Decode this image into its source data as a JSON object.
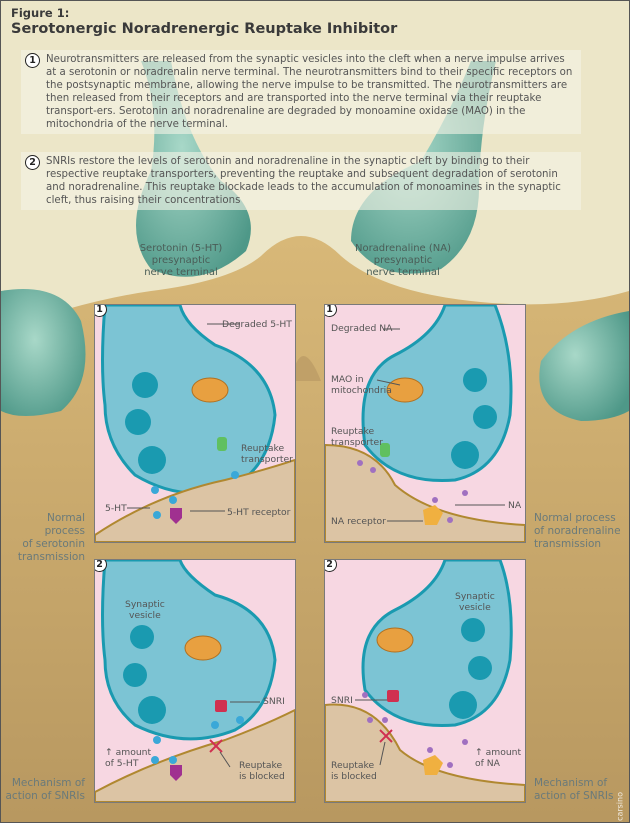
{
  "figure": {
    "label": "Figure 1:",
    "title": "Serotonergic Noradrenergic Reuptake Inhibitor"
  },
  "paragraphs": [
    {
      "number": "1",
      "text": "Neurotransmitters are released from the synaptic vesicles into the cleft when a nerve impulse arrives at a serotonin or noradrenalin nerve terminal. The neurotransmitters bind to their specific receptors on the postsynaptic membrane, allowing the nerve impulse to be transmitted. The neurotransmitters are then released from their receptors and are transported into the nerve terminal via their reuptake transport-ers. Serotonin and noradrenaline are degraded by monoamine oxidase (MAO) in the mitochondria of the nerve terminal."
    },
    {
      "number": "2",
      "text": "SNRIs restore the levels of serotonin and noradrenaline in the synaptic cleft by binding to their respective reuptake transporters, preventing the reuptake and subsequent degradation of serotonin and noradrenaline. This reuptake blockade leads to the accumulation of monoamines in the synaptic cleft, thus raising their concentrations"
    }
  ],
  "terminals": {
    "left": [
      "Serotonin (5-HT)",
      "presynaptic",
      "nerve terminal"
    ],
    "right": [
      "Noradrenaline (NA)",
      "presynaptic",
      "nerve terminal"
    ]
  },
  "side_labels": {
    "normal_serotonin": [
      "Normal process",
      "of serotonin",
      "transmission"
    ],
    "normal_noradrenaline": [
      "Normal process",
      "of noradrenaline",
      "transmission"
    ],
    "mechanism_left": [
      "Mechanism of",
      "action of SNRIs"
    ],
    "mechanism_right": [
      "Mechanism of",
      "action of SNRIs"
    ]
  },
  "panels": {
    "top_left": {
      "number": "1",
      "labels": {
        "degraded": "Degraded 5-HT",
        "reuptake": [
          "Reuptake",
          "transporter"
        ],
        "neurotransmitter": "5-HT",
        "receptor": "5-HT receptor"
      }
    },
    "top_right": {
      "number": "1",
      "labels": {
        "degraded": "Degraded NA",
        "mao": [
          "MAO in",
          "mitochondria"
        ],
        "reuptake": [
          "Reuptake",
          "transporter"
        ],
        "neurotransmitter": "NA",
        "receptor": "NA receptor"
      }
    },
    "bottom_left": {
      "number": "2",
      "labels": {
        "vesicle": [
          "Synaptic",
          "vesicle"
        ],
        "snri": "SNRI",
        "amount": [
          "↑ amount",
          "of 5-HT"
        ],
        "blocked": [
          "Reuptake",
          "is blocked"
        ]
      }
    },
    "bottom_right": {
      "number": "2",
      "labels": {
        "vesicle": [
          "Synaptic",
          "vesicle"
        ],
        "snri": "SNRI",
        "amount": [
          "↑ amount",
          "of NA"
        ],
        "blocked": [
          "Reuptake",
          "is blocked"
        ]
      }
    }
  },
  "credit": "v.carsino",
  "colors": {
    "background_top": "#ece6c8",
    "background_tan": "#c8a870",
    "terminal_green": "#6fb0a0",
    "cleft_pink": "#f7d7e2",
    "terminal_blue": "#7cc4d4",
    "membrane_blue": "#1a9ab0",
    "postsynaptic_tan": "#dcc4a4",
    "serotonin": "#3aa8d8",
    "noradrenaline": "#a070c0",
    "mitochondria": "#e8a040",
    "transporter": "#60c060",
    "snri": "#d03050",
    "receptor_5ht": "#a03090",
    "receptor_na": "#f0b040"
  }
}
